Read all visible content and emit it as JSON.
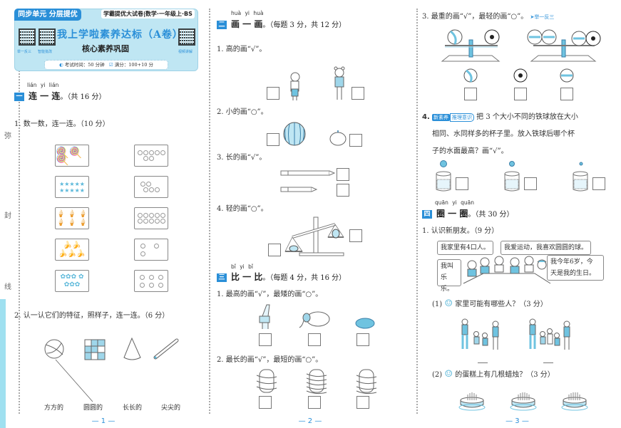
{
  "header": {
    "tag": "同步单元 分层提优",
    "series": "学霸提优大试卷|数学·一年级上·BS",
    "title": "我上学啦素养达标（A卷）",
    "subtitle": "核心素养巩固",
    "qr_labels": [
      "举一反三",
      "智能批改",
      "视频讲解"
    ],
    "exam_time": "考试时间：50 分钟",
    "full_score": "满分：100+10 分"
  },
  "margin_labels": [
    "弥",
    "封",
    "线"
  ],
  "page1": {
    "section": {
      "num": "一",
      "title": "连 一 连",
      "pinyin": "lián yi lián",
      "points": "。（共 16 分）"
    },
    "q1": {
      "text": "1. 数一数，连一连。（10 分）",
      "left_cards": [
        {
          "item": "lollipop",
          "count": 3
        },
        {
          "item": "star",
          "count": 10
        },
        {
          "item": "ice-cream",
          "count": 6
        },
        {
          "item": "banana",
          "count": 5
        },
        {
          "item": "flower",
          "count": 7
        }
      ],
      "right_cards": [
        7,
        5,
        10,
        3,
        6
      ]
    },
    "q2": {
      "text": "2. 认一认它们的特征，照样子，连一连。（6 分）",
      "shapes": [
        "ball",
        "cube",
        "cone",
        "cylinder-stick"
      ],
      "labels": [
        "方方的",
        "圆圆的",
        "长长的",
        "尖尖的"
      ]
    },
    "page_number": "— 1 —"
  },
  "page2": {
    "section2": {
      "num": "二",
      "title": "画 一 画",
      "pinyin": "huà yi huà",
      "points": "。（每题 3 分，共 12 分）"
    },
    "q1": "1. 高的画“√”。",
    "q2": "2. 小的画“○”。",
    "q3": "3. 长的画“√”。",
    "q4": "4. 轻的画“○”。",
    "section3": {
      "num": "三",
      "title": "比 一 比",
      "pinyin": "bǐ yi bǐ",
      "points": "。（每题 4 分，共 16 分）"
    },
    "q3_1": "1. 最高的画“√”，最矮的画“○”。",
    "q3_2": "2. 最长的画“√”，最短的画“○”。",
    "page_number": "— 2 —"
  },
  "page3": {
    "q3": "3. 最重的画“√”，最轻的画“○”。",
    "q3_link": "➤举一反三",
    "q4_prefix": "4.",
    "q4_tag_new": "新素养",
    "q4_tag_reason": "推理意识",
    "q4_line1": "把 3 个大小不同的铁球放在大小",
    "q4_line2": "相同、水同样多的杯子里。放入铁球后哪个杯",
    "q4_line3": "子的水面最高？画“√”。",
    "section4": {
      "num": "四",
      "title": "圈 一 圈",
      "pinyin": "quān yi quān",
      "points": "。（共 30 分）"
    },
    "q1": "1. 认识新朋友。（9 分）",
    "bubbles": [
      "我家里有4口人。",
      "我爱运动，我喜欢圆圆的球。",
      "我叫乐乐。",
      "我今年6岁，今天是我的生日。"
    ],
    "bubble_lines": {
      "b3a": "我叫",
      "b3b": "乐乐。",
      "b4a": "我今年6岁，今",
      "b4b": "天是我的生日。"
    },
    "sub1": "(1)",
    "sub1_text": "家里可能有哪些人？（3 分）",
    "sub2": "(2)",
    "sub2_text": "的蛋糕上有几根蜡烛？（3 分）",
    "page_number": "— 3 —"
  }
}
